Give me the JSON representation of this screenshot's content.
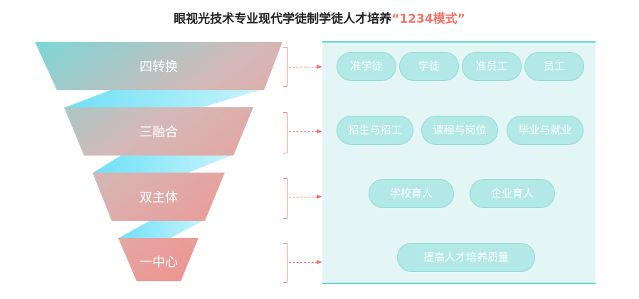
{
  "title": {
    "main": "眼视光技术专业现代学徒制学徒人才培养",
    "highlight": "“1234模式”"
  },
  "funnel": [
    {
      "label": "四转换"
    },
    {
      "label": "三融合"
    },
    {
      "label": "双主体"
    },
    {
      "label": "一中心"
    }
  ],
  "rows": [
    {
      "items": [
        "准学徒",
        "学徒",
        "准员工",
        "员工"
      ]
    },
    {
      "items": [
        "招生与招工",
        "课程与岗位",
        "毕业与就业"
      ]
    },
    {
      "items": [
        "学校育人",
        "企业育人"
      ]
    },
    {
      "items": [
        "提高人才培养质量"
      ]
    }
  ],
  "colors": {
    "accent": "#f0736c",
    "teal": "#6ad4d2",
    "pill": "#b2e9e7",
    "panel": "#e3f6f5"
  }
}
